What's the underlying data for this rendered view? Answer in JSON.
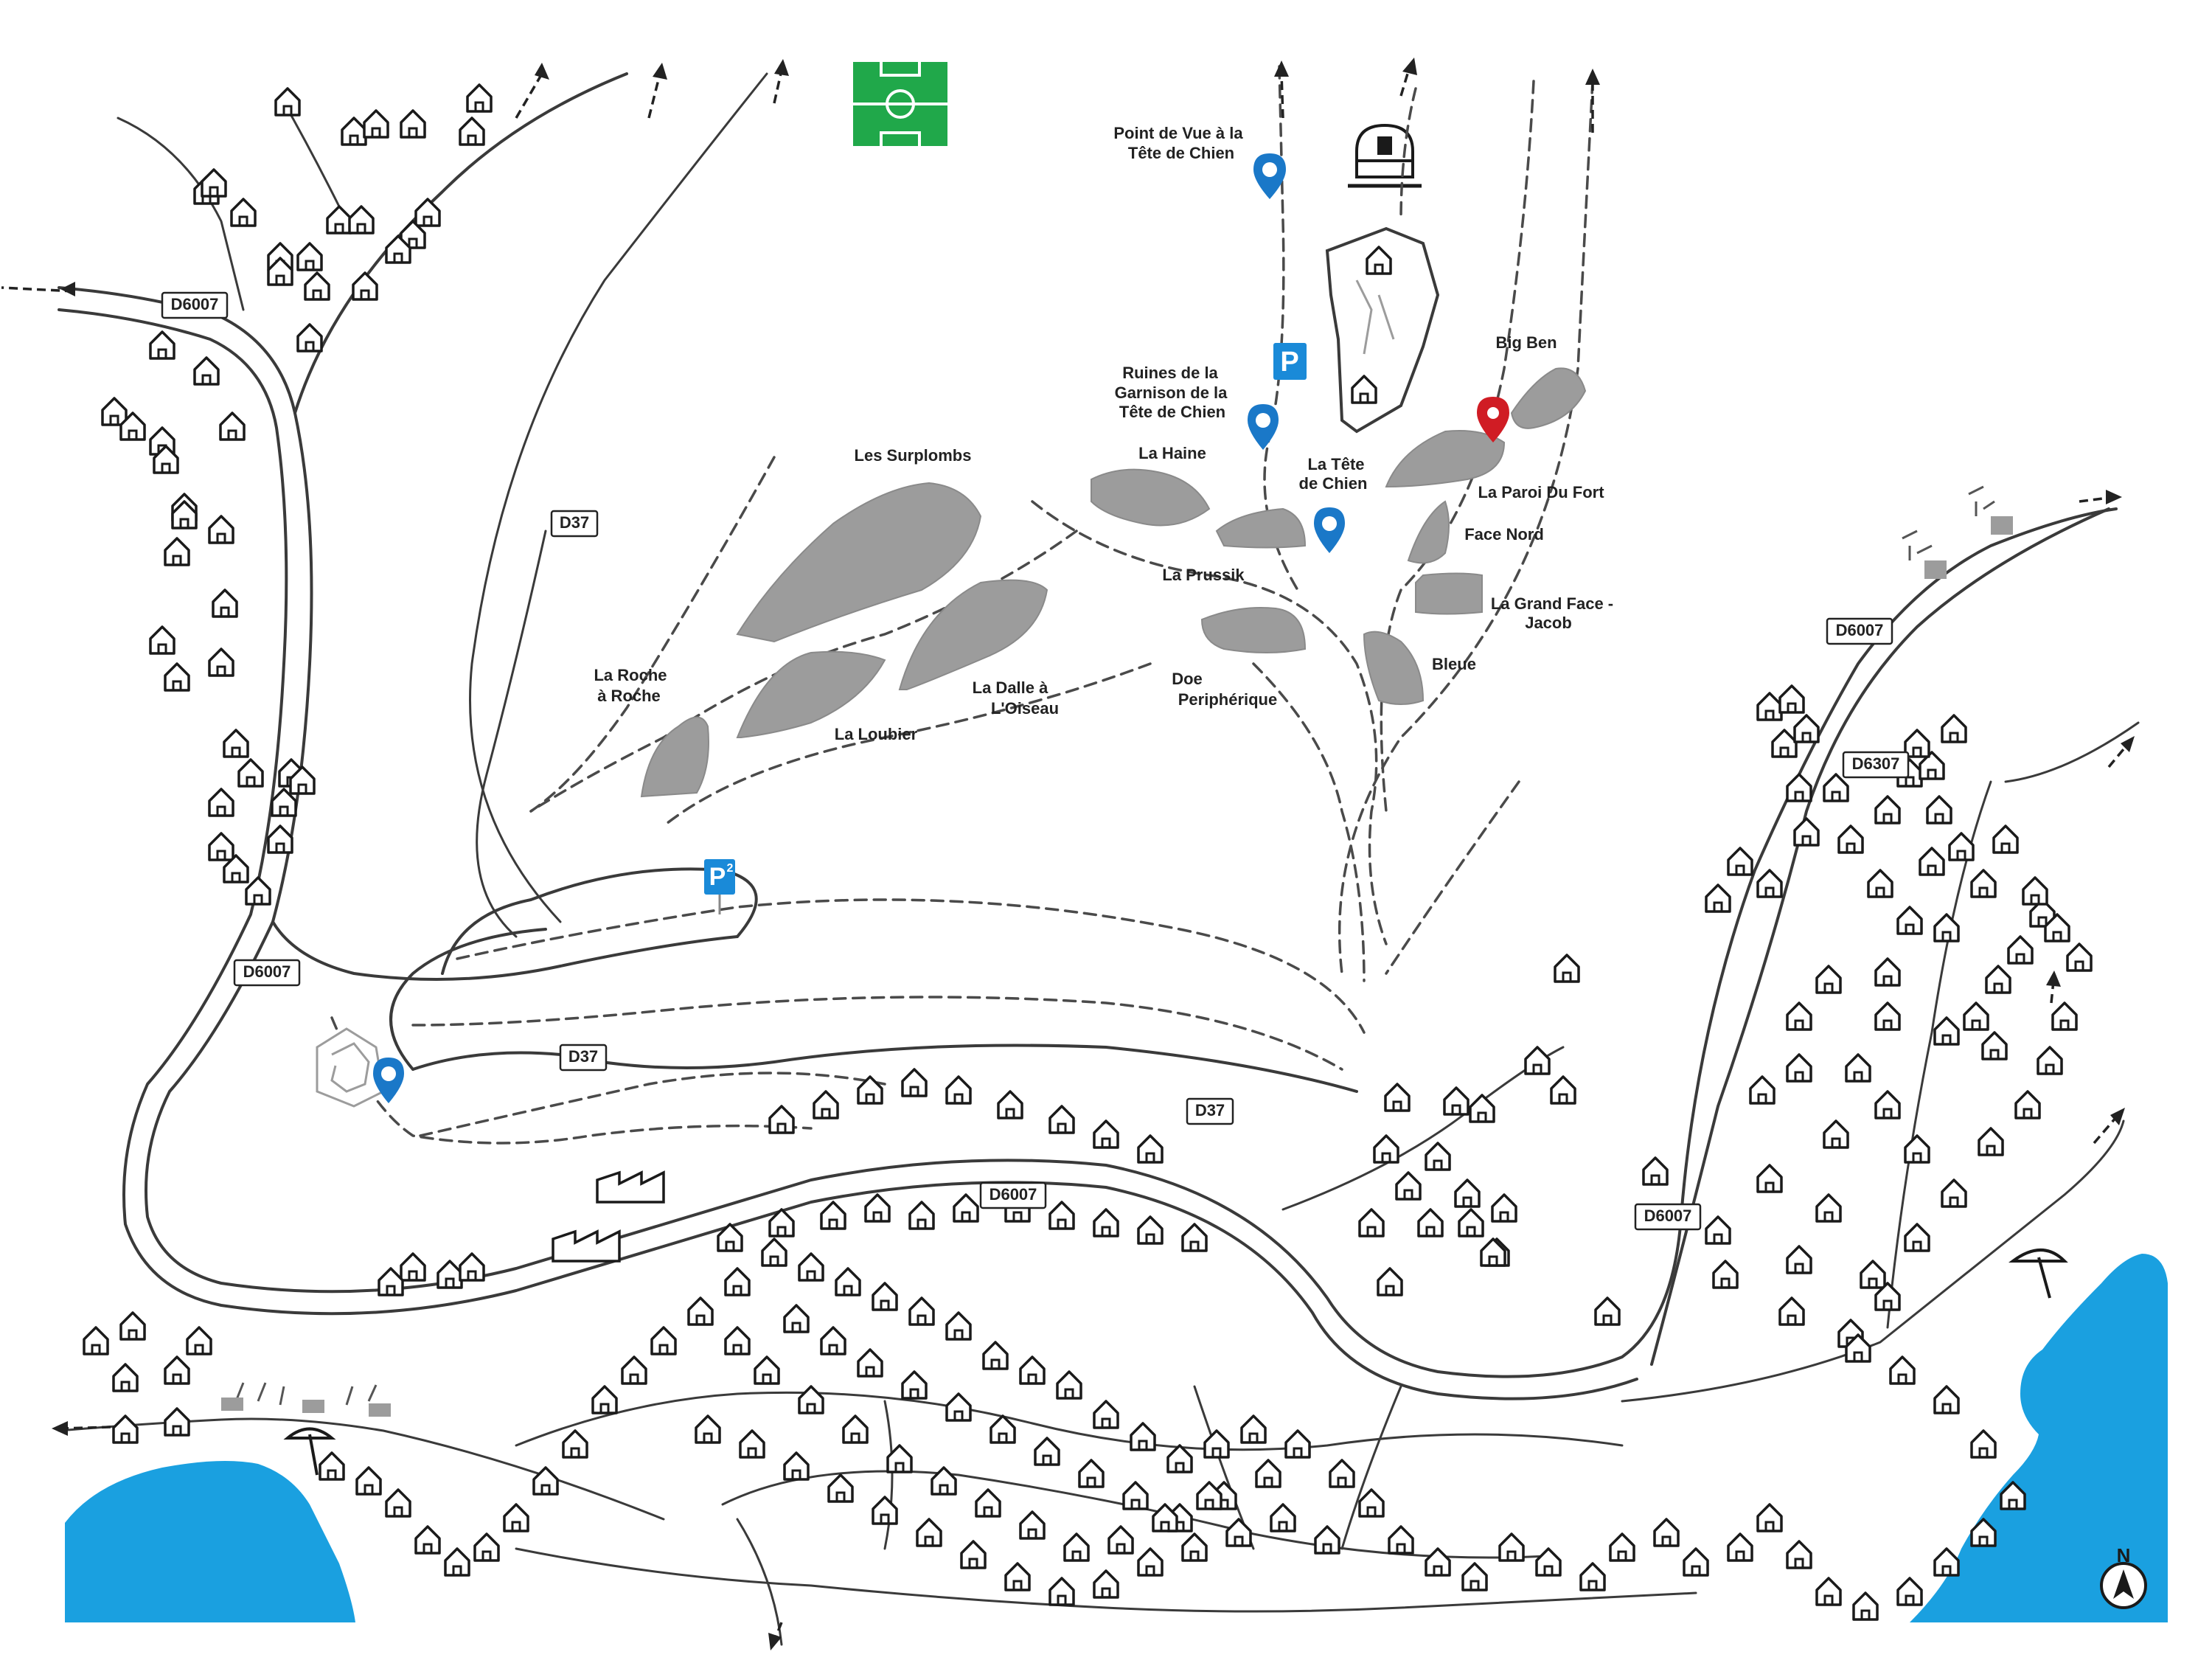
{
  "map": {
    "colors": {
      "water": "#1aa0e0",
      "rock": "#9c9c9c",
      "football_pitch": "#20a84a",
      "marker_blue": "#1a78c8",
      "marker_red": "#d01c24",
      "parking_blue": "#1a8ad8"
    },
    "climbing_sectors": [
      {
        "id": "big-ben",
        "name": "Big Ben"
      },
      {
        "id": "la-paroi-du-fort",
        "name": "La Paroi Du Fort"
      },
      {
        "id": "face-nord",
        "name": "Face Nord"
      },
      {
        "id": "la-grand-face-jacob",
        "name": "La Grand Face -",
        "name2": "Jacob"
      },
      {
        "id": "bleue",
        "name": "Bleue"
      },
      {
        "id": "la-tete-de-chien",
        "name": "La Tête",
        "name2": "de Chien"
      },
      {
        "id": "la-haine",
        "name": "La Haine"
      },
      {
        "id": "la-prussik",
        "name": "La Prussik"
      },
      {
        "id": "doe-peripherique",
        "name": "Doe",
        "name2": "Periphérique"
      },
      {
        "id": "les-surplombs",
        "name": "Les Surplombs"
      },
      {
        "id": "la-dalle-a-l-oiseau",
        "name": "La Dalle à",
        "name2": "L'Oiseau"
      },
      {
        "id": "la-loubier",
        "name": "La Loubier"
      },
      {
        "id": "la-roche-a-roche",
        "name": "La Roche",
        "name2": "à Roche"
      }
    ],
    "points_of_interest": [
      {
        "id": "point-de-vue",
        "name": "Point de Vue à la",
        "name2": "Tête de Chien",
        "icon": "camera-marker-icon"
      },
      {
        "id": "ruines-garnison",
        "name": "Ruines de la",
        "name2": "Garnison de la",
        "name3": "Tête de Chien",
        "icon": "camera-marker-icon"
      }
    ],
    "roads": [
      {
        "id": "d6007-nw",
        "label": "D6007"
      },
      {
        "id": "d6007-w",
        "label": "D6007"
      },
      {
        "id": "d37-upper",
        "label": "D37"
      },
      {
        "id": "d37-mid",
        "label": "D37"
      },
      {
        "id": "d37-low",
        "label": "D37"
      },
      {
        "id": "d6007-center",
        "label": "D6007"
      },
      {
        "id": "d6007-east",
        "label": "D6007"
      },
      {
        "id": "d6007-ne",
        "label": "D6007"
      },
      {
        "id": "d6307",
        "label": "D6307"
      }
    ],
    "parking": [
      {
        "id": "parking-1",
        "label": "P",
        "sup": ""
      },
      {
        "id": "parking-2",
        "label": "P",
        "sup": "2"
      }
    ],
    "compass": {
      "label": "N",
      "icon": "north-arrow-icon"
    }
  }
}
